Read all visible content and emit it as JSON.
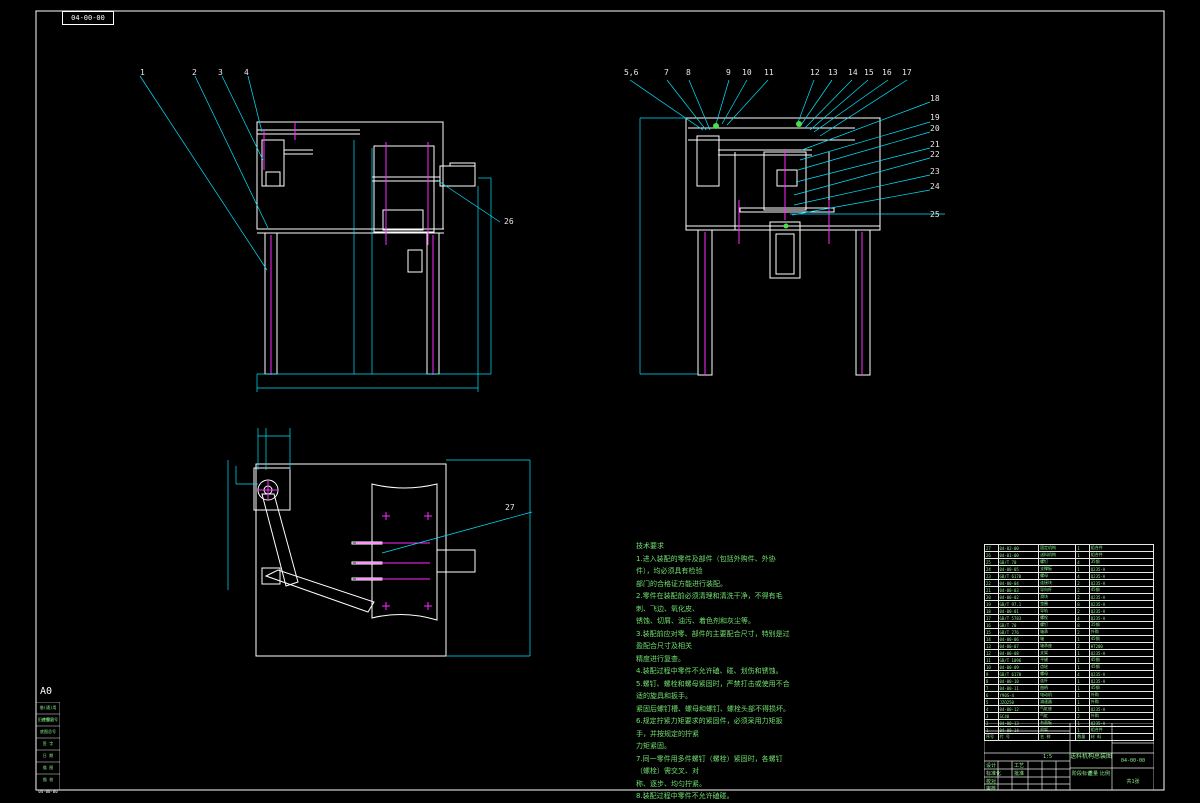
{
  "drawing_number": "04-00-00",
  "part_callouts": [
    "1",
    "2",
    "3",
    "4",
    "5,6",
    "7",
    "8",
    "9",
    "10",
    "11",
    "12",
    "13",
    "14",
    "15",
    "16",
    "17",
    "18",
    "19",
    "20",
    "21",
    "22",
    "23",
    "24",
    "25",
    "26",
    "27"
  ],
  "notes": {
    "title": "技术要求",
    "lines": [
      "1.进入装配的零件及部件（包括外购件、外协件），均必须具有检验",
      "部门的合格证方能进行装配。",
      "2.零件在装配前必须清理和清洗干净，不得有毛刺、飞边、氧化皮、",
      "锈蚀、切屑、油污、着色剂和灰尘等。",
      "3.装配前应对零、部件的主要配合尺寸，特别是过盈配合尺寸及相关",
      "精度进行复查。",
      "4.装配过程中零件不允许磕、碰、划伤和锈蚀。",
      "5.螺钉、螺栓和螺母紧固时，严禁打击或使用不合适的旋具和扳手。",
      "紧固后螺钉槽、螺母和螺钉、螺栓头部不得损坏。",
      "6.规定拧紧力矩要求的紧固件，必须采用力矩扳手，并按规定的拧紧",
      "力矩紧固。",
      "7.同一零件用多件螺钉（螺栓）紧固时，各螺钉（螺栓）需交叉、对",
      "称、逐步、均匀拧紧。",
      "8.装配过程中零件不允许磕碰。"
    ]
  },
  "side_strip": {
    "code": "A0",
    "cells": [
      "借(通)用件登记",
      "旧底图总号",
      "底图总号",
      "签 字",
      "日 期",
      "描 图",
      "描 校"
    ],
    "footer": "04-00-00"
  },
  "bom": {
    "rows": [
      [
        "27",
        "04-02-00",
        "固定机构",
        "1",
        "组合件"
      ],
      [
        "26",
        "04-01-00",
        "送料机构",
        "1",
        "组合件"
      ],
      [
        "25",
        "GB/T 70",
        "螺钉",
        "4",
        "35钢"
      ],
      [
        "24",
        "04-00-05",
        "支撑板",
        "1",
        "Q235-A"
      ],
      [
        "23",
        "GB/T 6170",
        "螺母",
        "4",
        "Q235-A"
      ],
      [
        "22",
        "04-00-04",
        "连接块",
        "2",
        "Q235-A"
      ],
      [
        "21",
        "04-00-03",
        "导向杆",
        "2",
        "45钢"
      ],
      [
        "20",
        "04-00-02",
        "滑块",
        "2",
        "Q235-A"
      ],
      [
        "19",
        "GB/T 97.1",
        "垫圈",
        "8",
        "Q235-A"
      ],
      [
        "18",
        "04-00-01",
        "导轨",
        "2",
        "Q235-A"
      ],
      [
        "17",
        "GB/T 5783",
        "螺栓",
        "4",
        "Q235-A"
      ],
      [
        "16",
        "GB/T 70",
        "螺钉",
        "8",
        "35钢"
      ],
      [
        "15",
        "GB/T 276",
        "轴承",
        "2",
        "外购"
      ],
      [
        "14",
        "04-00-06",
        "轴",
        "1",
        "45钢"
      ],
      [
        "13",
        "04-00-07",
        "轴承座",
        "2",
        "HT200"
      ],
      [
        "12",
        "04-00-08",
        "支架",
        "1",
        "Q235-A"
      ],
      [
        "11",
        "GB/T 1096",
        "平键",
        "1",
        "45钢"
      ],
      [
        "10",
        "04-00-09",
        "齿轮",
        "1",
        "45钢"
      ],
      [
        "9",
        "GB/T 6170",
        "螺母",
        "4",
        "Q235-A"
      ],
      [
        "8",
        "04-00-10",
        "连杆",
        "1",
        "Q235-A"
      ],
      [
        "7",
        "04-00-11",
        "曲柄",
        "1",
        "45钢"
      ],
      [
        "6",
        "Y90S-4",
        "电动机",
        "1",
        "外购"
      ],
      [
        "5",
        "JZQ250",
        "减速器",
        "1",
        "外购"
      ],
      [
        "4",
        "04-00-12",
        "气缸座",
        "1",
        "Q235-A"
      ],
      [
        "3",
        "SC40",
        "气缸",
        "2",
        "外购"
      ],
      [
        "2",
        "04-00-13",
        "台面板",
        "1",
        "Q235-A"
      ],
      [
        "1",
        "04-00-14",
        "机架",
        "1",
        "组合件"
      ]
    ],
    "header": [
      "序号",
      "代 号",
      "名 称",
      "数量",
      "材 料"
    ]
  },
  "title_block": {
    "name": "送料机构总装图",
    "drawing_no": "04-00-00",
    "scale": "1:5",
    "sheet": "共1张",
    "labels": [
      "设计",
      "标准化",
      "校对",
      "审核",
      "工艺",
      "批准",
      "阶段标记",
      "重量",
      "比例"
    ]
  },
  "colors": {
    "background": "#000000",
    "border": "#ffffff",
    "dimension": "#00e5ff",
    "part": "#ffffff",
    "center": "#ff2aff",
    "leader": "#8cf08c"
  }
}
